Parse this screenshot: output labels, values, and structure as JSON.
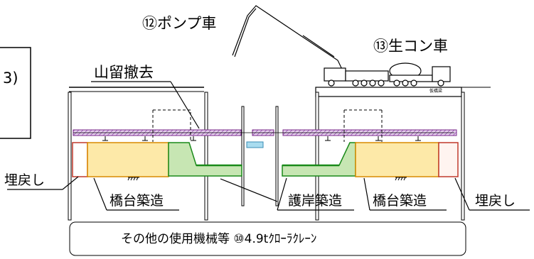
{
  "labels": {
    "pump_truck": "⑫ポンプ車",
    "mixer_truck": "⑬生コン車",
    "retaining_removal": "山留撤去",
    "backfill_left": "埋戻し",
    "abutment_left": "橋台築造",
    "revetment": "護岸築造",
    "abutment_right": "橋台築造",
    "backfill_right": "埋戻し",
    "left_box_fragment": "3)",
    "temp_bridge": "仮橋梁",
    "equipment_note": "その他の使用機械等  ⑩4.9tｸﾛｰﾗｸﾚｰﾝ"
  },
  "colors": {
    "abutment_fill": "#fde9a8",
    "abutment_stroke": "#d98a00",
    "retaining_wall_fill": "#c7e6b3",
    "retaining_wall_stroke": "#1a8a1a",
    "strut_fill": "#e0c6e8",
    "strut_stroke": "#7a2a8a",
    "backfill_stroke": "#c0392b",
    "water_fill": "#a9dcef"
  }
}
